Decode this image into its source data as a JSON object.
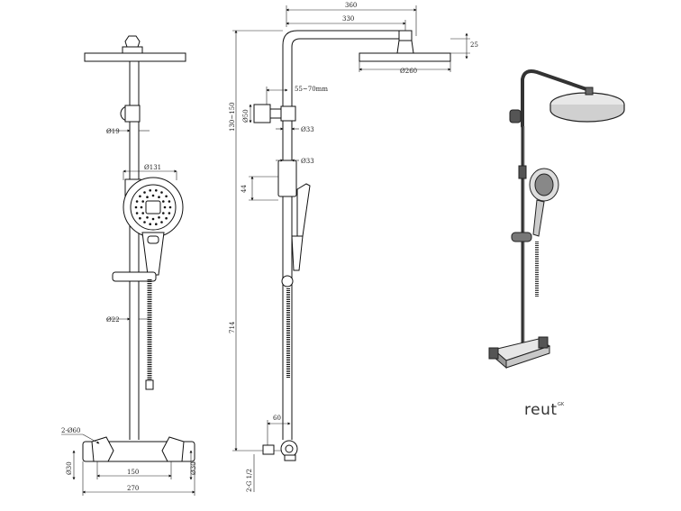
{
  "front_view": {
    "pipe_diameter": "Ø19",
    "handshower_diameter": "Ø131",
    "rail_diameter": "Ø22",
    "hose_connection": "2-Ø60",
    "mixer_inlet_left": "Ø30",
    "mixer_inlet_right": "Ø30",
    "mixer_spacing": "150",
    "overall_width": "270"
  },
  "side_view": {
    "arm_length_outer": "360",
    "arm_length_inner": "330",
    "head_thickness": "25",
    "head_diameter": "Ø260",
    "wall_offset": "55~70mm",
    "adjust_range": "130~150",
    "bracket_diameter": "Ø50",
    "rail_diameter_upper": "Ø33",
    "rail_diameter_lower": "Ø33",
    "slider_height": "44",
    "overall_height": "714",
    "inlet_depth": "60",
    "inlet_thread": "2-G 1/2"
  },
  "brand": {
    "name": "reut",
    "superscript": "GK"
  }
}
